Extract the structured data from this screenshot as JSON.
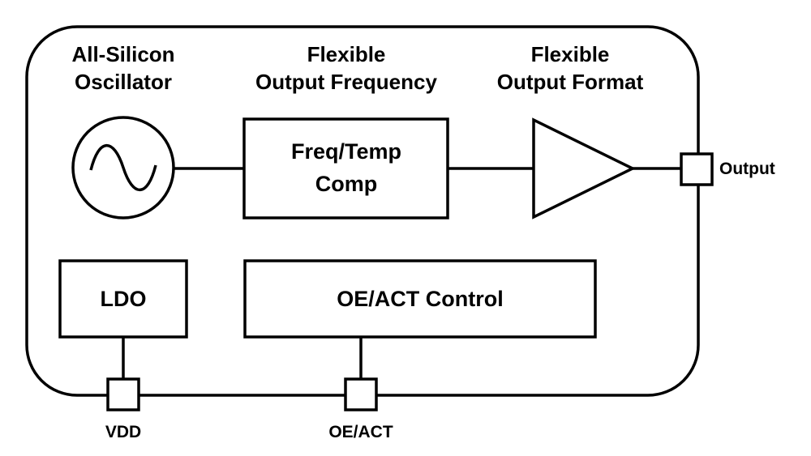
{
  "headers": {
    "oscillator": [
      "All-Silicon",
      "Oscillator"
    ],
    "frequency": [
      "Flexible",
      "Output Frequency"
    ],
    "format": [
      "Flexible",
      "Output Format"
    ]
  },
  "blocks": {
    "freq_temp": [
      "Freq/Temp",
      "Comp"
    ],
    "ldo": "LDO",
    "oe_control": "OE/ACT Control"
  },
  "pins": {
    "output": "Output",
    "vdd": "VDD",
    "oe_act": "OE/ACT"
  }
}
